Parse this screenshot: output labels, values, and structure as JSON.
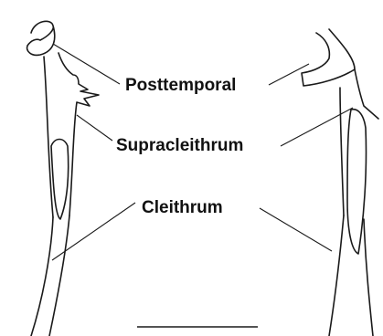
{
  "labels": {
    "posttemporal": "Posttemporal",
    "supracleithrum": "Supracleithrum",
    "cleithrum": "Cleithrum"
  }
}
